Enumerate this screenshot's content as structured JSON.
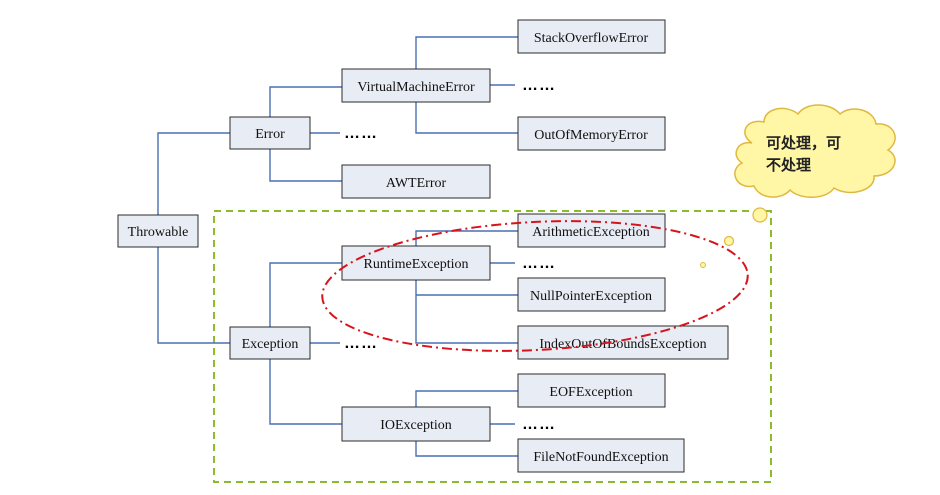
{
  "nodes": {
    "throwable": "Throwable",
    "error": "Error",
    "exception": "Exception",
    "virtual_machine_error": "VirtualMachineError",
    "awt_error": "AWTError",
    "stack_overflow_error": "StackOverflowError",
    "out_of_memory_error": "OutOfMemoryError",
    "runtime_exception": "RuntimeException",
    "io_exception": "IOException",
    "arithmetic_exception": "ArithmeticException",
    "null_pointer_exception": "NullPointerException",
    "index_out_of_bounds_exception": "IndexOutOfBoundsException",
    "eof_exception": "EOFException",
    "file_not_found_exception": "FileNotFoundException"
  },
  "ellipsis": "……",
  "callout": {
    "line1": "可处理，可",
    "line2": "不处理"
  },
  "colors": {
    "box_fill": "#e8ecf5",
    "connector": "#4a6fb3",
    "dashed_frame": "#8dbb2e",
    "highlight_ellipse": "#d7141c",
    "cloud_fill": "#fff6a6",
    "cloud_stroke": "#e0b840"
  }
}
